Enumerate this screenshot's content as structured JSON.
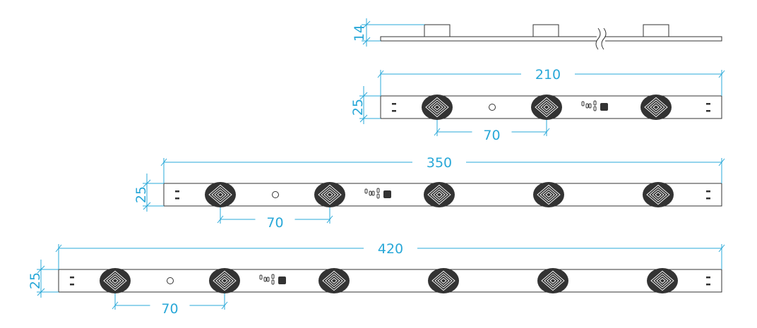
{
  "side_view": {
    "height_label": "14",
    "led_bumps": 3
  },
  "strips": [
    {
      "length_label": "210",
      "height_label": "25",
      "pitch_label": "70",
      "led_count": 3
    },
    {
      "length_label": "350",
      "height_label": "25",
      "pitch_label": "70",
      "led_count": 5
    },
    {
      "length_label": "420",
      "height_label": "25",
      "pitch_label": "70",
      "led_count": 6
    }
  ],
  "colors": {
    "dimension": "#29a8d8",
    "outline": "#333333"
  }
}
